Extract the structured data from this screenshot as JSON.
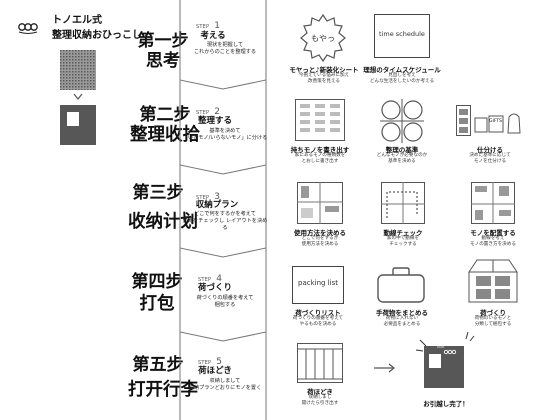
{
  "brand": {
    "logo_text": "OOO",
    "title_line1": "トノエル式",
    "title_line2": "整理収納おひっこし"
  },
  "steps": [
    {
      "zh_title": "第一步",
      "zh_sub": "思考",
      "step_label": "STEP",
      "number": "1",
      "title": "考える",
      "desc1": "現状を把握して",
      "desc2": "これからのことを整理する"
    },
    {
      "zh_title": "第二步",
      "zh_sub": "整理收拾",
      "step_label": "STEP",
      "number": "2",
      "title": "整理する",
      "desc1": "基準を決めて",
      "desc2": "「いるモノ/いらないモノ」に分ける"
    },
    {
      "zh_title": "第三步",
      "zh_sub": "收纳计划",
      "step_label": "STEP",
      "number": "3",
      "title": "収納プラン",
      "desc1": "どこで何をするかを考えて",
      "desc2": "動線をチェックし レイアウトを決める"
    },
    {
      "zh_title": "第四步",
      "zh_sub": "打包",
      "step_label": "STEP",
      "number": "4",
      "title": "荷づくり",
      "desc1": "荷づくりの順番を考えて",
      "desc2": "梱包する"
    },
    {
      "zh_title": "第五步",
      "zh_sub": "打开行李",
      "step_label": "STEP",
      "number": "5",
      "title": "荷ほどき",
      "desc1": "収納しまして",
      "desc2": "収納プランどおりにモノを置く"
    }
  ],
  "items": {
    "moyamoya": {
      "icon_text": "もやっ",
      "title": "モヤっと♪新装化シート",
      "desc1": "今抱えている悩みに加え",
      "desc2": "改善策を見える"
    },
    "schedule": {
      "icon_text": "time schedule",
      "title": "理想のタイムスケジュール",
      "desc1": "見直しを考え",
      "desc2": "どんな生活をしたいのか考える"
    },
    "mochimono": {
      "title": "持ちモノを書き出す",
      "desc1": "家にあるモノの種類数を",
      "desc2": "とおしに書き出す"
    },
    "kijun": {
      "title": "整理の基準",
      "desc1": "どんなモノが必要なのか",
      "desc2": "基準を決める"
    },
    "shiwake": {
      "icon_text": "GIFTS",
      "title": "仕分ける",
      "desc1": "決めた基準に応じて",
      "desc2": "モノを仕分ける"
    },
    "shiyou": {
      "title": "使用方法を決める",
      "desc1": "どこで何をするか",
      "desc2": "使用方法を決める"
    },
    "dousen": {
      "title": "動線チェック",
      "desc1": "家の中で動線を",
      "desc2": "チェックする"
    },
    "haichi": {
      "title": "モノを配置する",
      "desc1": "動線を考え",
      "desc2": "モノの置き方を決める"
    },
    "packing": {
      "icon_text": "packing list",
      "title": "荷づくりリスト",
      "desc1": "荷づくりの順番を考えて",
      "desc2": "やるものを決める"
    },
    "tenimotsu": {
      "title": "手荷物をまとめる",
      "desc1": "荷物に入れない",
      "desc2": "必要品をまとめる"
    },
    "konpou": {
      "title": "荷づくり",
      "desc1": "荷物のいるモノと",
      "desc2": "分類して梱包する"
    },
    "nihodoki": {
      "title": "荷ほどき",
      "desc1": "収納しまし",
      "desc2": "開けたら引き出す"
    },
    "done": {
      "logo_text": "OOO",
      "title": "お引越し完了！"
    }
  }
}
